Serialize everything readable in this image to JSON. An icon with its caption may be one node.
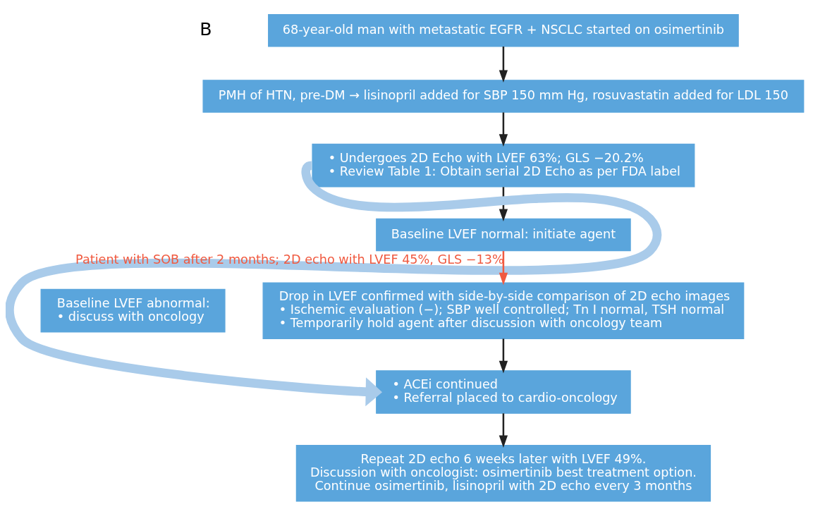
{
  "diagram": {
    "nodes": [
      {
        "text": [
          "68-year-old man with metastatic EGFR + NSCLC started on osimertinib"
        ]
      },
      {
        "text": [
          "PMH of HTN, pre-DM → lisinopril added for SBP 150 mm Hg, rosuvastatin added for LDL 150"
        ]
      },
      {
        "text": [
          "• Undergoes 2D Echo with LVEF 63%; GLS −20.2%",
          "• Review Table 1: Obtain serial 2D Echo as per FDA label"
        ]
      },
      {
        "text": [
          "Baseline LVEF normal: initiate agent"
        ]
      },
      {
        "text": [
          "Baseline LVEF abnormal:",
          "• discuss with oncology"
        ]
      },
      {
        "text": [
          "Drop in LVEF confirmed with side-by-side comparison of 2D echo images",
          "• Ischemic evaluation (−); SBP well controlled; Tn I normal, TSH normal",
          "• Temporarily hold agent after discussion with oncology team"
        ]
      },
      {
        "text": [
          "• ACEi continued",
          "• Referral placed to cardio-oncology"
        ]
      },
      {
        "text": [
          "Repeat 2D echo 6 weeks later with LVEF 49%.",
          "Discussion with oncologist: osimertinib best treatment option.",
          "Continue osimertinib, lisinopril with 2D echo every 3 months"
        ]
      }
    ],
    "edges": [
      {
        "from": 0,
        "to": 1,
        "arrow": "to"
      },
      {
        "from": 1,
        "to": 2,
        "arrow": "to"
      },
      {
        "from": 2,
        "to": 3,
        "arrow": "to"
      },
      {
        "from": 3,
        "to": 5,
        "arrow": "to",
        "label": "Patient with SOB after 2 months; 2D echo with LVEF 45%, GLS −13%",
        "color": "#f05a40"
      },
      {
        "from": 5,
        "to": 6,
        "arrow": "to"
      },
      {
        "from": 6,
        "to": 7,
        "arrow": "to"
      },
      {
        "from": 2,
        "to": 6,
        "arrow": "to",
        "style": "thick",
        "color": "#a9cbea"
      }
    ],
    "labels": [
      "B"
    ]
  }
}
